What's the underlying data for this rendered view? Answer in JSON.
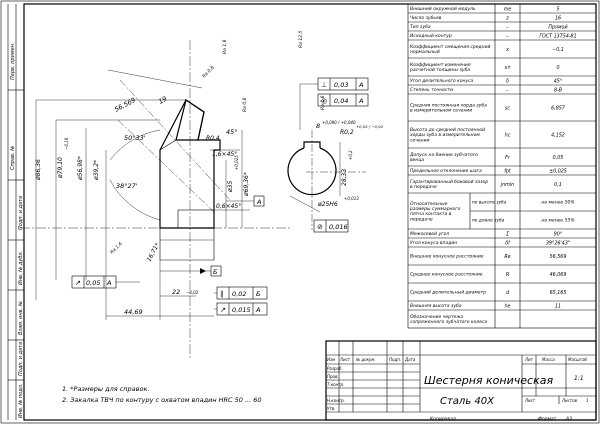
{
  "sheet": {
    "title": "Шестерня коническая",
    "material": "Сталь 40Х",
    "copied": "Копировал",
    "format_label": "Формат",
    "format_value": "А3"
  },
  "params": [
    {
      "name": "Внешний окружной модуль",
      "sym": "m_e",
      "val": "5"
    },
    {
      "name": "Число зубьев",
      "sym": "z",
      "val": "16"
    },
    {
      "name": "Тип зуба",
      "sym": "–",
      "val": "Прямой"
    },
    {
      "name": "Исходный контур",
      "sym": "–",
      "val": "ГОСТ 13754-81"
    },
    {
      "name": "Коэффициент смещения средний нормальный",
      "sym": "x",
      "val": "−0,1"
    },
    {
      "name": "Коэффициент изменения расчетной толщины зуба",
      "sym": "x_τ",
      "val": "0"
    },
    {
      "name": "Угол делительного конуса",
      "sym": "δ",
      "val": "45°"
    },
    {
      "name": "Степень точности",
      "sym": "–",
      "val": "8-В"
    },
    {
      "name": "Средняя постоянная хорда зуба в измерительном сечении",
      "sym": "s_c",
      "val": "6,857"
    },
    {
      "name": "Высота до средней постоянной хорды зуба в измерительном сечении",
      "sym": "h_c",
      "val": "4,152"
    },
    {
      "name": "Допуск на биение зубчатого венца",
      "sym": "F_r",
      "val": "0,05"
    },
    {
      "name": "Предельное отклонение шага",
      "sym": "f_pt",
      "val": "±0,025"
    },
    {
      "name": "Гарантированный боковой зазор в передаче",
      "sym": "j_nmin",
      "val": "0,1"
    },
    {
      "name": "Относительные размеры суммарного пятна контакта в передаче",
      "sym": "",
      "val": "",
      "sub": [
        {
          "label": "по высоте зуба",
          "val": "не менее 50%"
        },
        {
          "label": "по длине зуба",
          "val": "не менее 55%"
        }
      ]
    },
    {
      "name": "Межосевой угол",
      "sym": "Σ",
      "val": "90°"
    },
    {
      "name": "Угол конуса впадин",
      "sym": "δ_f",
      "val": "39°26'43\""
    },
    {
      "name": "Внешнее конусное расстояние",
      "sym": "R_e",
      "val": "56,569"
    },
    {
      "name": "Среднее конусное расстояние",
      "sym": "R",
      "val": "46,069"
    },
    {
      "name": "Средний делительный диаметр",
      "sym": "d",
      "val": "65,165"
    },
    {
      "name": "Внешняя высота зуба",
      "sym": "h_e",
      "val": "11"
    },
    {
      "name": "Обозначение чертежа сопряженного зубчатого колеса",
      "sym": "",
      "val": ""
    }
  ],
  "stamp": {
    "cols": [
      "Изм",
      "Лист",
      "№ докум.",
      "Подп.",
      "Дата"
    ],
    "rows": [
      "Разраб.",
      "Пров.",
      "Т.контр.",
      "",
      "Н.контр.",
      "Утв."
    ],
    "lit": "Лит",
    "mass": "Масса",
    "scale": "Масштаб",
    "scale_value": "1:1",
    "sheet": "Лист",
    "sheets": "Листов",
    "sheets_value": "1"
  },
  "notes": [
    "1. *Размеры для справок.",
    "2. Закалка ТВЧ по контуру с охватом впадин HRC 50 ... 60"
  ],
  "left_strip": [
    "Перв. примен.",
    "Справ. №",
    "Подп. и дата",
    "Инв. № дубл.",
    "Взам. инв. №",
    "Подп. и дата",
    "Инв. № подл."
  ],
  "dims": {
    "d_top": "56,569",
    "d19": "19",
    "ang1": "50°33'",
    "ang2": "38°27'",
    "d45": "45°",
    "r04": "R0,4",
    "r02": "R0,2",
    "r02_tol": "+0,05 / −0,04",
    "c16": "1,6×45°",
    "c06": "0,6×45°",
    "d35": "ø35",
    "d35_tol": "+0,025",
    "d6936": "ø69,36*",
    "d7910": "ø79,10",
    "d7910_tol": "−0,18",
    "d5698": "ø56,98*",
    "d392": "ø39,2*",
    "d8636": "ø86,36",
    "d2833": "28,33",
    "d2833_tol": "+0,2",
    "d25": "ø25Н6",
    "d25_tol": "+0,013",
    "b8": "8",
    "b8_tol": "+0,090 / +0,040",
    "d22": "22",
    "d22_tol": "−0,02",
    "d4469": "44,69",
    "d1671": "16,71*",
    "dA": "А",
    "dB": "Б",
    "ra8": "Ra 0,8",
    "ra16": "Ra 1,6",
    "ra125": "Ra 12,5"
  },
  "frames": [
    {
      "sym": "⊥",
      "val": "0,03",
      "base": "А"
    },
    {
      "sym": "◎",
      "val": "0,04",
      "base": "А"
    },
    {
      "sym": "⊘",
      "val": "0,016",
      "base": ""
    },
    {
      "sym": "↗",
      "val": "0,05",
      "base": "А"
    },
    {
      "sym": "∥",
      "val": "0,02",
      "base": "Б"
    },
    {
      "sym": "↗",
      "val": "0,015",
      "base": "А"
    }
  ]
}
